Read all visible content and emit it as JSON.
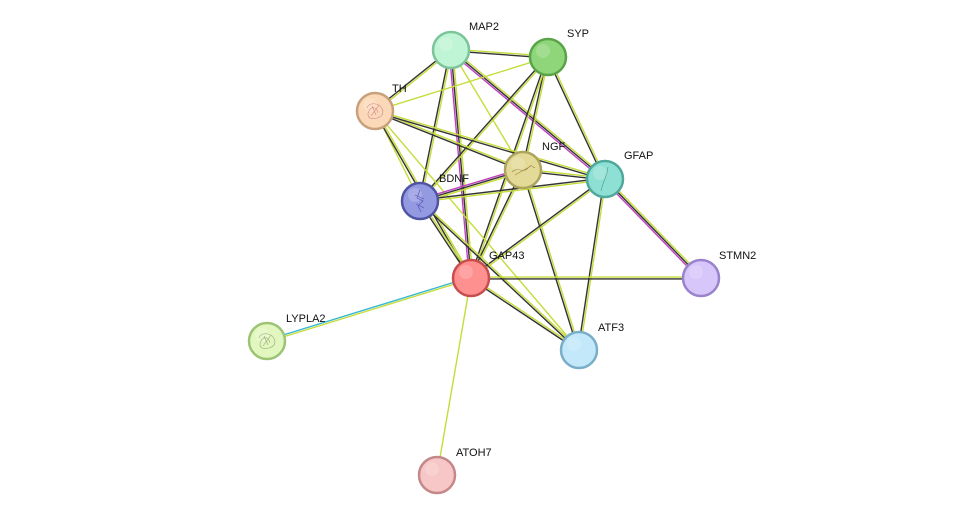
{
  "network": {
    "nodes": [
      {
        "id": "MAP2",
        "label": "MAP2",
        "fill": "#bff5d4",
        "stroke": "#7cc49a",
        "structure": false
      },
      {
        "id": "SYP",
        "label": "SYP",
        "fill": "#8fd67a",
        "stroke": "#5aa448",
        "structure": false
      },
      {
        "id": "TH",
        "label": "TH",
        "fill": "#fbd9b8",
        "stroke": "#c9a07c",
        "structure": true,
        "structure_color": "#c06878"
      },
      {
        "id": "NGF",
        "label": "NGF",
        "fill": "#e2da96",
        "stroke": "#aca45e",
        "structure": true,
        "structure_color": "#8a6a30"
      },
      {
        "id": "GFAP",
        "label": "GFAP",
        "fill": "#8fe0d4",
        "stroke": "#4fa89c",
        "structure": true,
        "structure_color": "#3a7a74"
      },
      {
        "id": "BDNF",
        "label": "BDNF",
        "fill": "#949ae2",
        "stroke": "#4f55a4",
        "structure": true,
        "structure_color": "#4030a0"
      },
      {
        "id": "GAP43",
        "label": "GAP43",
        "fill": "#ff9090",
        "stroke": "#c84e4e",
        "structure": false
      },
      {
        "id": "STMN2",
        "label": "STMN2",
        "fill": "#d6c6fa",
        "stroke": "#9a82cc",
        "structure": false
      },
      {
        "id": "LYPLA2",
        "label": "LYPLA2",
        "fill": "#e2f7c0",
        "stroke": "#9cc474",
        "structure": true,
        "structure_color": "#7a8a60"
      },
      {
        "id": "ATF3",
        "label": "ATF3",
        "fill": "#c2e8fa",
        "stroke": "#7aaec8",
        "structure": false
      },
      {
        "id": "ATOH7",
        "label": "ATOH7",
        "fill": "#f7c6c6",
        "stroke": "#c48888",
        "structure": false
      }
    ],
    "edge_colors": {
      "textmining": "#c6dc3a",
      "coexpression": "#333333",
      "experiments": "#c040c0",
      "databases": "#36b8d0"
    },
    "edges": [
      {
        "source": "MAP2",
        "target": "SYP",
        "types": [
          "textmining",
          "coexpression"
        ]
      },
      {
        "source": "MAP2",
        "target": "TH",
        "types": [
          "textmining",
          "coexpression"
        ]
      },
      {
        "source": "MAP2",
        "target": "NGF",
        "types": [
          "textmining"
        ]
      },
      {
        "source": "MAP2",
        "target": "GFAP",
        "types": [
          "textmining",
          "coexpression",
          "experiments"
        ]
      },
      {
        "source": "MAP2",
        "target": "BDNF",
        "types": [
          "textmining",
          "coexpression"
        ]
      },
      {
        "source": "MAP2",
        "target": "GAP43",
        "types": [
          "textmining",
          "coexpression",
          "experiments"
        ]
      },
      {
        "source": "SYP",
        "target": "TH",
        "types": [
          "textmining"
        ]
      },
      {
        "source": "SYP",
        "target": "NGF",
        "types": [
          "textmining",
          "coexpression"
        ]
      },
      {
        "source": "SYP",
        "target": "GFAP",
        "types": [
          "textmining",
          "coexpression"
        ]
      },
      {
        "source": "SYP",
        "target": "BDNF",
        "types": [
          "textmining",
          "coexpression"
        ]
      },
      {
        "source": "SYP",
        "target": "GAP43",
        "types": [
          "textmining",
          "coexpression"
        ]
      },
      {
        "source": "TH",
        "target": "NGF",
        "types": [
          "textmining",
          "coexpression"
        ]
      },
      {
        "source": "TH",
        "target": "GFAP",
        "types": [
          "textmining",
          "coexpression"
        ]
      },
      {
        "source": "TH",
        "target": "BDNF",
        "types": [
          "textmining"
        ]
      },
      {
        "source": "TH",
        "target": "GAP43",
        "types": [
          "textmining",
          "coexpression"
        ]
      },
      {
        "source": "TH",
        "target": "ATF3",
        "types": [
          "textmining"
        ]
      },
      {
        "source": "NGF",
        "target": "GFAP",
        "types": [
          "textmining",
          "coexpression"
        ]
      },
      {
        "source": "NGF",
        "target": "BDNF",
        "types": [
          "textmining",
          "coexpression",
          "experiments"
        ]
      },
      {
        "source": "NGF",
        "target": "GAP43",
        "types": [
          "textmining",
          "coexpression"
        ]
      },
      {
        "source": "NGF",
        "target": "ATF3",
        "types": [
          "textmining",
          "coexpression"
        ]
      },
      {
        "source": "GFAP",
        "target": "BDNF",
        "types": [
          "textmining",
          "coexpression"
        ]
      },
      {
        "source": "GFAP",
        "target": "GAP43",
        "types": [
          "textmining",
          "coexpression"
        ]
      },
      {
        "source": "GFAP",
        "target": "STMN2",
        "types": [
          "textmining",
          "coexpression",
          "experiments"
        ]
      },
      {
        "source": "GFAP",
        "target": "ATF3",
        "types": [
          "textmining",
          "coexpression"
        ]
      },
      {
        "source": "BDNF",
        "target": "GAP43",
        "types": [
          "textmining",
          "coexpression"
        ]
      },
      {
        "source": "BDNF",
        "target": "ATF3",
        "types": [
          "textmining",
          "coexpression"
        ]
      },
      {
        "source": "GAP43",
        "target": "STMN2",
        "types": [
          "textmining",
          "coexpression"
        ]
      },
      {
        "source": "GAP43",
        "target": "ATF3",
        "types": [
          "textmining",
          "coexpression"
        ]
      },
      {
        "source": "GAP43",
        "target": "LYPLA2",
        "types": [
          "textmining",
          "databases"
        ]
      },
      {
        "source": "GAP43",
        "target": "ATOH7",
        "types": [
          "textmining"
        ]
      }
    ]
  }
}
